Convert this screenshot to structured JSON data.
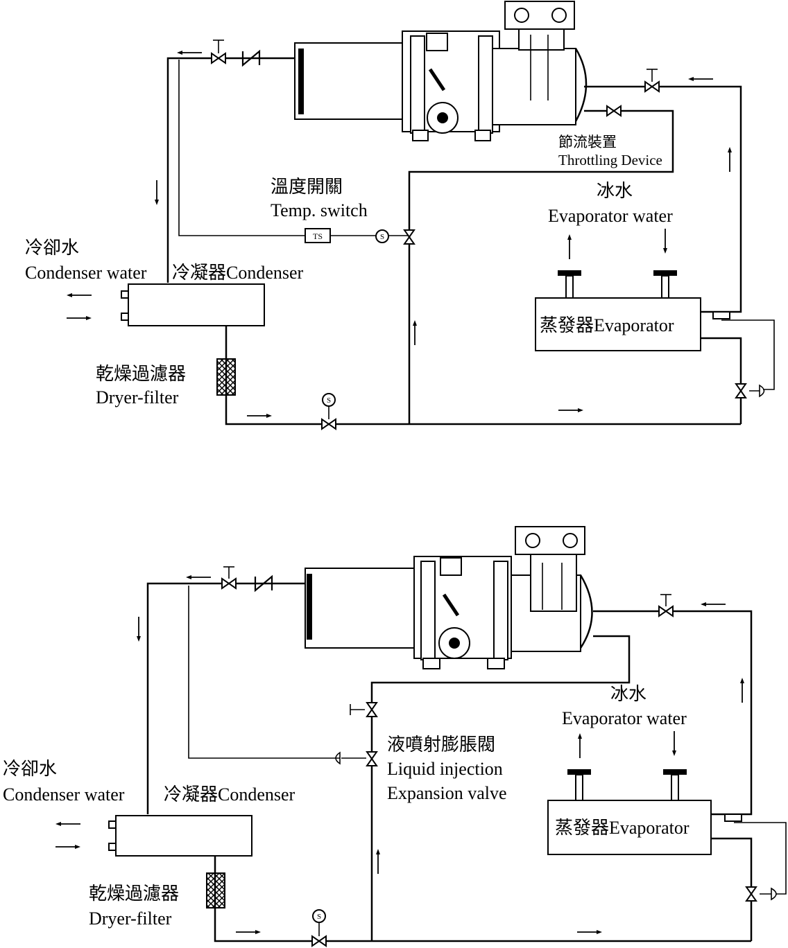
{
  "diagram_top": {
    "cooling_water_zh": "冷卻水",
    "cooling_water_en": "Condenser water",
    "condenser": "冷凝器Condenser",
    "dryer_zh": "乾燥過濾器",
    "dryer_en": "Dryer-filter",
    "temp_switch_zh": "溫度開關",
    "temp_switch_en": "Temp. switch",
    "ts_tag": "TS",
    "throttle_zh": "節流裝置",
    "throttle_en": "Throttling Device",
    "chilled_water_zh": "冰水",
    "chilled_water_en": "Evaporator water",
    "evaporator": "蒸發器Evaporator",
    "gauge_symbol": "S"
  },
  "diagram_bottom": {
    "cooling_water_zh": "冷卻水",
    "cooling_water_en": "Condenser water",
    "condenser": "冷凝器Condenser",
    "dryer_zh": "乾燥過濾器",
    "dryer_en": "Dryer-filter",
    "liquid_valve_zh": "液噴射膨脹閥",
    "liquid_valve_en1": "Liquid injection",
    "liquid_valve_en2": "Expansion valve",
    "chilled_water_zh": "冰水",
    "chilled_water_en": "Evaporator water",
    "evaporator": "蒸發器Evaporator",
    "gauge_symbol": "S"
  }
}
